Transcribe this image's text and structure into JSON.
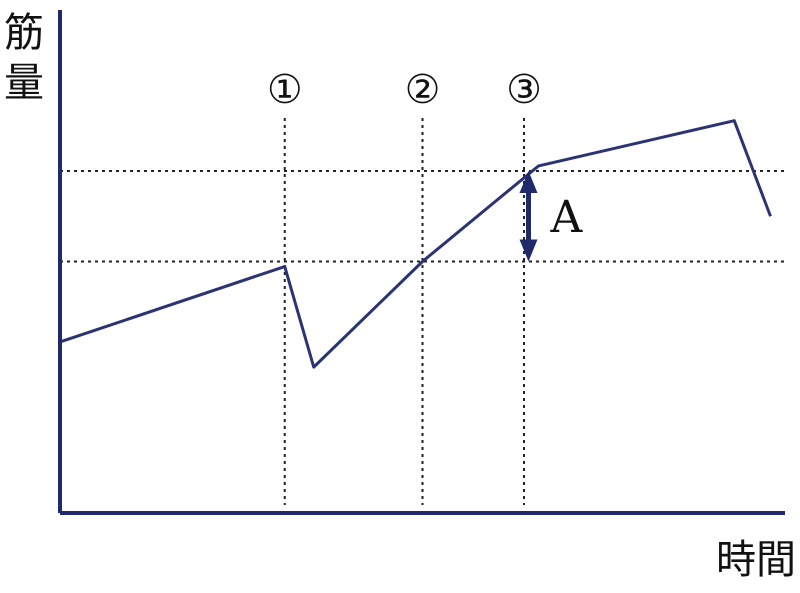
{
  "chart_data": {
    "type": "line",
    "title": "",
    "xlabel": "時間",
    "ylabel": "筋量",
    "xlim": [
      0,
      100
    ],
    "ylim": [
      0,
      100
    ],
    "grid": false,
    "legend": "none",
    "colors": {
      "axis": "#1f2a6b",
      "series": "#2b3373",
      "guide": "#222222"
    },
    "series": [
      {
        "points": [
          {
            "x": 0,
            "y": 34
          },
          {
            "x": 31,
            "y": 49
          },
          {
            "x": 35,
            "y": 29
          },
          {
            "x": 50,
            "y": 50
          },
          {
            "x": 66,
            "y": 69
          },
          {
            "x": 93,
            "y": 78
          },
          {
            "x": 98,
            "y": 59
          }
        ]
      }
    ],
    "horizontal_lines": [
      {
        "y": 50
      },
      {
        "y": 68
      }
    ],
    "markers": [
      {
        "label": "①",
        "x": 31
      },
      {
        "label": "②",
        "x": 50
      },
      {
        "label": "③",
        "x": 64
      }
    ],
    "annotation": {
      "label": "A",
      "x": 66,
      "y_from": 50,
      "y_to": 68
    }
  }
}
